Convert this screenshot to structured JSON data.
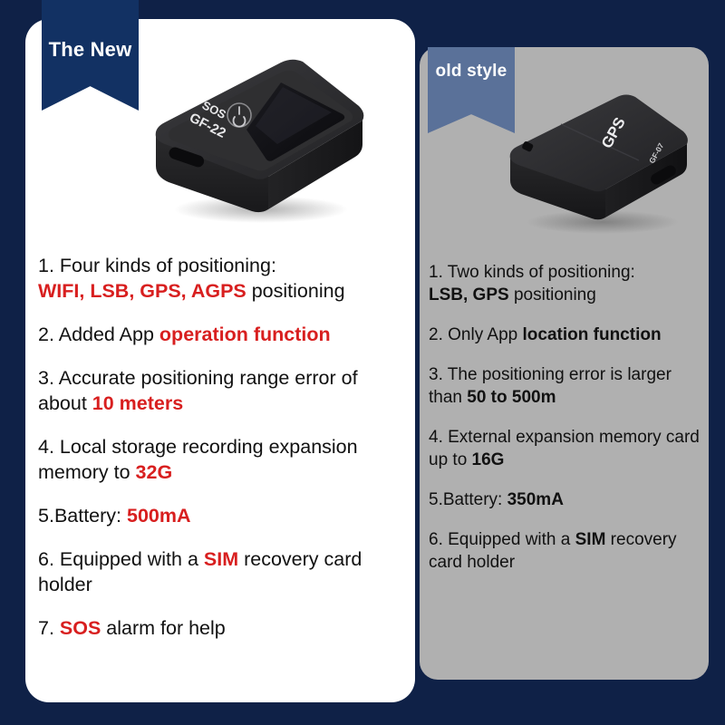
{
  "background_color": "#0f2147",
  "accent_red": "#d81f1f",
  "panels": {
    "new": {
      "ribbon_label": "The New",
      "ribbon_color": "#123163",
      "card_color": "#ffffff",
      "device": {
        "model_label": "GF-22",
        "sos_label": "SOS",
        "power_icon": "power-icon",
        "body_color": "#2a2a2c"
      },
      "specs": [
        {
          "number": "1.",
          "segments": [
            {
              "text": " Four kinds of positioning:",
              "style": "plain"
            },
            {
              "text": "\n",
              "style": "break"
            },
            {
              "text": "WIFI, LSB, GPS, AGPS",
              "style": "red"
            },
            {
              "text": " positioning",
              "style": "plain"
            }
          ]
        },
        {
          "number": "2.",
          "segments": [
            {
              "text": " Added App ",
              "style": "plain"
            },
            {
              "text": "operation function",
              "style": "red"
            }
          ]
        },
        {
          "number": "3.",
          "segments": [
            {
              "text": " Accurate positioning range error of about ",
              "style": "plain"
            },
            {
              "text": "10 meters",
              "style": "red"
            }
          ]
        },
        {
          "number": "4.",
          "segments": [
            {
              "text": " Local storage recording expansion memory to ",
              "style": "plain"
            },
            {
              "text": "32G",
              "style": "red"
            }
          ]
        },
        {
          "number": "5.",
          "segments": [
            {
              "text": "Battery: ",
              "style": "plain"
            },
            {
              "text": "500mA",
              "style": "red"
            }
          ]
        },
        {
          "number": "6.",
          "segments": [
            {
              "text": " Equipped with a ",
              "style": "plain"
            },
            {
              "text": "SIM",
              "style": "red"
            },
            {
              "text": " recovery card holder",
              "style": "plain"
            }
          ]
        },
        {
          "number": "7.",
          "segments": [
            {
              "text": " ",
              "style": "plain"
            },
            {
              "text": "SOS",
              "style": "red"
            },
            {
              "text": " alarm for help",
              "style": "plain"
            }
          ]
        }
      ]
    },
    "old": {
      "ribbon_label": "old style",
      "ribbon_color": "#5a7199",
      "card_color": "#b0b0b0",
      "device": {
        "model_label": "GF-07",
        "gps_label": "GPS",
        "body_color": "#232325"
      },
      "specs": [
        {
          "number": "1.",
          "segments": [
            {
              "text": " Two kinds of positioning:",
              "style": "plain"
            },
            {
              "text": "\n",
              "style": "break"
            },
            {
              "text": "LSB, GPS",
              "style": "bold"
            },
            {
              "text": " positioning",
              "style": "plain"
            }
          ]
        },
        {
          "number": "2.",
          "segments": [
            {
              "text": " Only App ",
              "style": "plain"
            },
            {
              "text": "location function",
              "style": "bold"
            }
          ]
        },
        {
          "number": "3.",
          "segments": [
            {
              "text": " The positioning error is larger than ",
              "style": "plain"
            },
            {
              "text": "50 to 500m",
              "style": "bold"
            }
          ]
        },
        {
          "number": "4.",
          "segments": [
            {
              "text": " External expansion memory card up to ",
              "style": "plain"
            },
            {
              "text": "16G",
              "style": "bold"
            }
          ]
        },
        {
          "number": "5.",
          "segments": [
            {
              "text": "Battery: ",
              "style": "plain"
            },
            {
              "text": "350mA",
              "style": "bold"
            }
          ]
        },
        {
          "number": "6.",
          "segments": [
            {
              "text": " Equipped with a ",
              "style": "plain"
            },
            {
              "text": "SIM",
              "style": "bold"
            },
            {
              "text": " recovery card holder",
              "style": "plain"
            }
          ]
        }
      ]
    }
  }
}
